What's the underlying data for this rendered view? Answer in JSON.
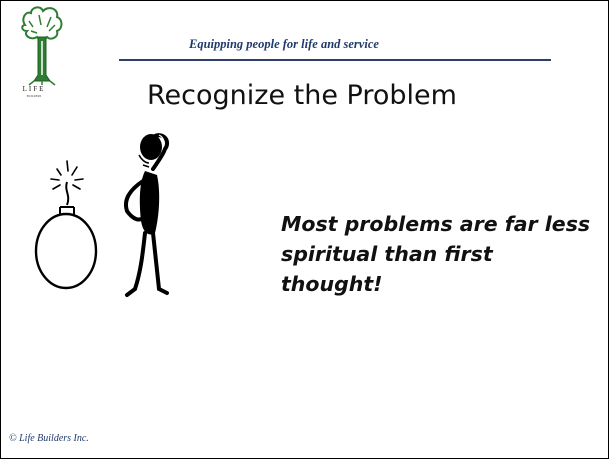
{
  "header": {
    "tagline": "Equipping people for life and service",
    "logo_wordmark": "LIFE",
    "logo_sub": "BUILDERS"
  },
  "slide": {
    "title": "Recognize the Problem",
    "body": "Most problems are far less spiritual than first thought!"
  },
  "footer": {
    "copyright": "© Life Builders Inc."
  },
  "icons": {
    "logo": "tree-logo-icon",
    "clipart": "bomb-and-confused-man-icon"
  },
  "colors": {
    "accent": "#1f3a6b",
    "logo_green": "#2e7d32",
    "text": "#111111"
  }
}
